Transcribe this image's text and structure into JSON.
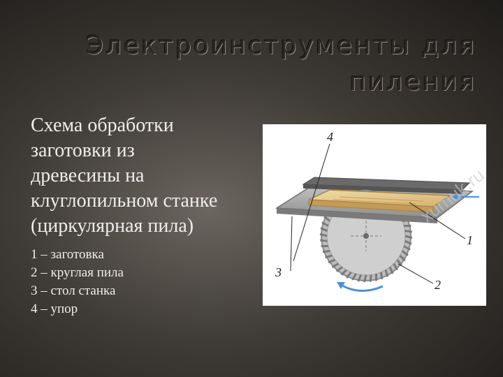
{
  "title": {
    "line1": "Электроинструменты для",
    "line2": "пиления"
  },
  "content": {
    "lines": [
      "Схема обработки",
      "заготовки из",
      "древесины на",
      "клуглопильном станке",
      "(циркулярная пила)"
    ],
    "legend": [
      "1 – заготовка",
      "2 – круглая пила",
      "3 – стол станка",
      "4 – упор"
    ]
  },
  "figure": {
    "labels": {
      "n1": "1",
      "n2": "2",
      "n3": "3",
      "n4": "4"
    },
    "watermark": "xumuk.ru",
    "colors": {
      "blade": "#b8b8b8",
      "table": "#9a9a9a",
      "wood": "#e6c98a",
      "arrow": "#4a90d9"
    }
  }
}
